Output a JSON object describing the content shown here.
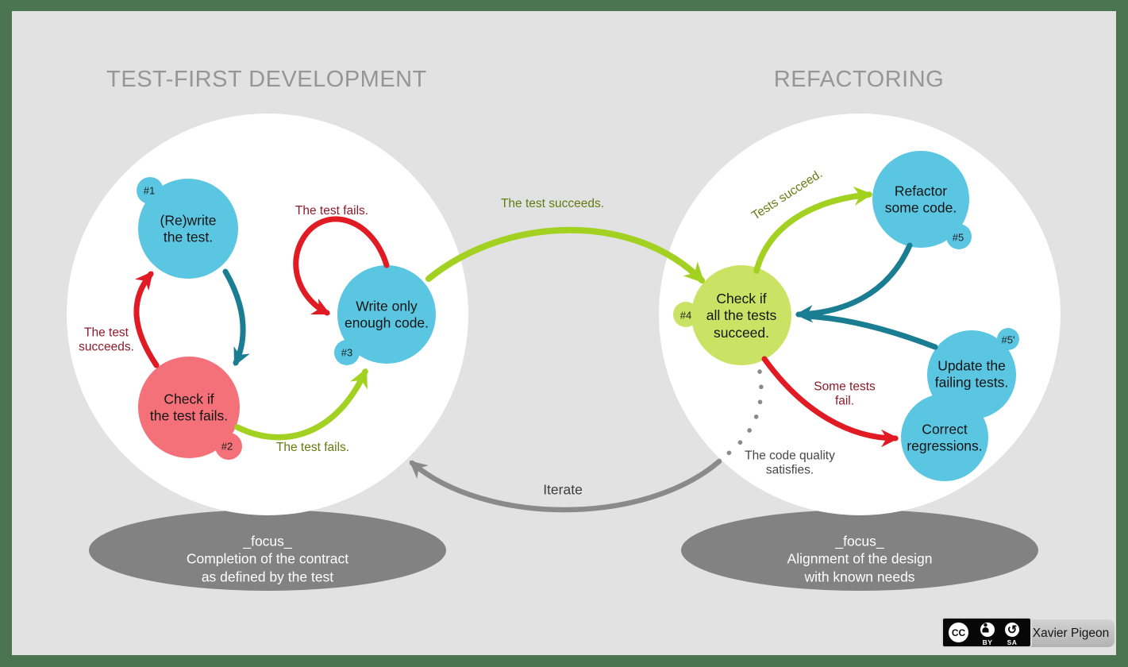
{
  "titles": {
    "left": "TEST-FIRST DEVELOPMENT",
    "right": "REFACTORING"
  },
  "nodes": {
    "rewrite": {
      "badge": "#1",
      "label": "(Re)write\nthe test."
    },
    "check_fails": {
      "badge": "#2",
      "label": "Check if\nthe test fails."
    },
    "write_code": {
      "badge": "#3",
      "label": "Write only\nenough code."
    },
    "check_succeed": {
      "badge": "#4",
      "label": "Check if\nall the tests\nsucceed."
    },
    "refactor": {
      "badge": "#5",
      "label": "Refactor\nsome code."
    },
    "update_tests": {
      "badge": "#5'",
      "label": "Update the\nfailing tests."
    },
    "correct": {
      "label": "Correct\nregressions."
    }
  },
  "edge_labels": {
    "test_fails_loop": "The test fails.",
    "test_succeeds_left": "The test\nsucceeds.",
    "test_fails_bottom": "The test fails.",
    "test_succeeds_mid": "The test succeeds.",
    "tests_succeed": "Tests succeed.",
    "some_tests_fail": "Some tests\nfail.",
    "code_quality": "The code quality\nsatisfies.",
    "iterate": "Iterate"
  },
  "focus_left": "_focus_\nCompletion of the contract\nas defined by the test",
  "focus_right": "_focus_\nAlignment of the design\nwith known needs",
  "credit": {
    "author": "Xavier Pigeon",
    "license": {
      "cc": "CC",
      "by": "BY",
      "sa": "SA"
    }
  },
  "colors": {
    "frame_green": "#4a7550",
    "background_gray": "#e2e2e2",
    "node_blue": "#5bc6e2",
    "node_red": "#f4717a",
    "node_green": "#cbe364",
    "arrow_red": "#e01b24",
    "arrow_teal": "#1b7d92",
    "arrow_chartreuse": "#a3d121",
    "arrow_gray": "#8a8a8a",
    "ellipse_gray": "#828282",
    "label_maroon": "#8b1c2b",
    "label_olive": "#657b12",
    "title_gray": "#969696"
  }
}
